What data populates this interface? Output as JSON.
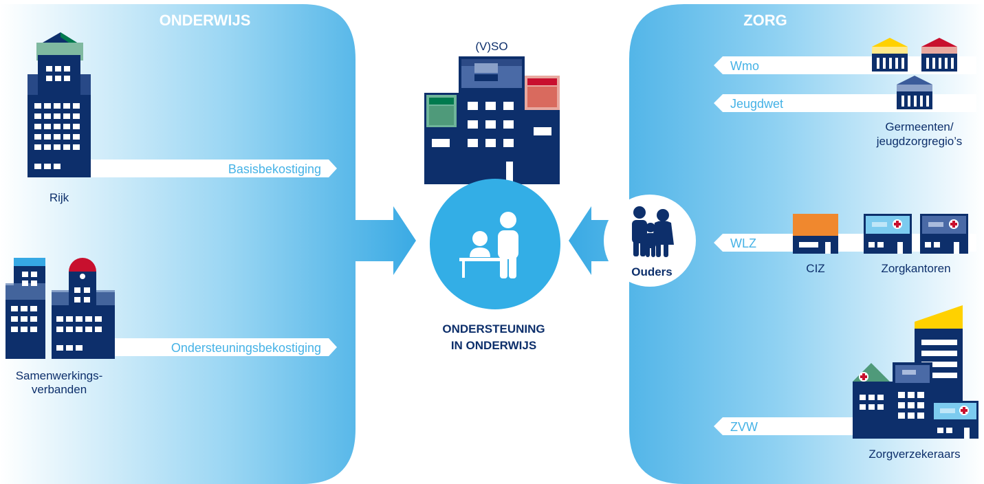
{
  "left_panel": {
    "title": "ONDERWIJS",
    "rijk_label": "Rijk",
    "basis_arrow": "Basisbekostiging",
    "samen_label_1": "Samenwerkings-",
    "samen_label_2": "verbanden",
    "ondersteunings_arrow": "Ondersteuningsbekostiging"
  },
  "center": {
    "vso_label": "(V)SO",
    "main_label_1": "ONDERSTEUNING",
    "main_label_2": "IN ONDERWIJS",
    "ouders_label": "Ouders"
  },
  "right_panel": {
    "title": "ZORG",
    "wmo_arrow": "Wmo",
    "jeugdwet_arrow": "Jeugdwet",
    "gemeenten_label_1": "Germeenten/",
    "gemeenten_label_2": "jeugdzorgregio’s",
    "wlz_arrow": "WLZ",
    "ciz_label": "CIZ",
    "zorgkantoren_label": "Zorgkantoren",
    "zvw_arrow": "ZVW",
    "zorgverzekeraars_label": "Zorgverzekeraars"
  },
  "colors": {
    "navy": "#0d2f6b",
    "panel_blue": "#36a8e4",
    "light_blue": "#7ccbef",
    "circle_blue": "#33aee6",
    "text_light_blue": "#45b2e6",
    "green": "#4f9a7a",
    "red_accent": "#c8102e",
    "salmon": "#e27366",
    "orange": "#f0882e",
    "yellow": "#ffd100"
  }
}
